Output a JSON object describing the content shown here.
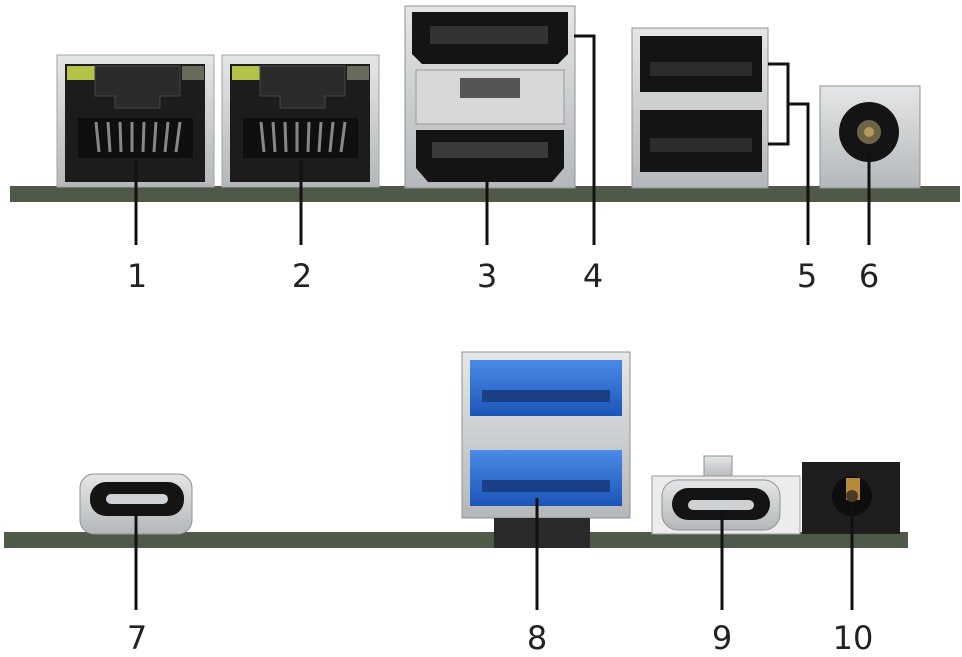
{
  "labels": {
    "l1": "1",
    "l2": "2",
    "l3": "3",
    "l4": "4",
    "l5": "5",
    "l6": "6",
    "l7": "7",
    "l8": "8",
    "l9": "9",
    "l10": "10"
  },
  "colors": {
    "pcb": "#4e5a47",
    "usb3_blue": "#2e6fd1",
    "metal": "#c9cccd",
    "connector_black": "#141414",
    "led_green": "#b4c24a",
    "leader_line": "#111111"
  },
  "icons": [
    "rj45-lan-port",
    "displayport",
    "hdmi-port",
    "usb2-dual-port",
    "dc-power-jack",
    "usb-type-c-port",
    "usb3-dual-port",
    "audio-jack"
  ]
}
